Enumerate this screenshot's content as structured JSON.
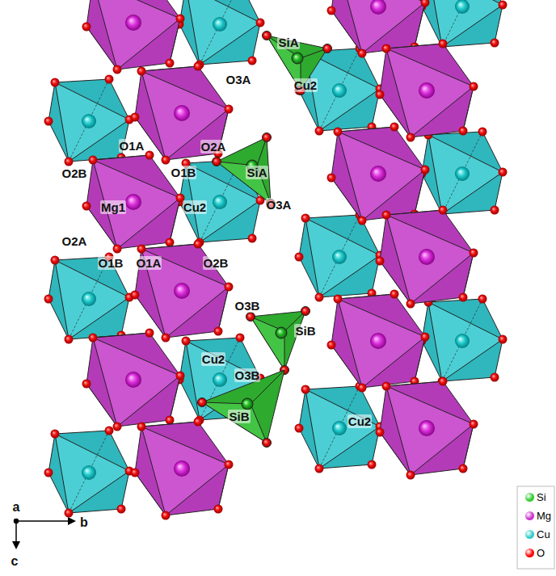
{
  "diagram": {
    "labels": [
      "SiA",
      "O3A",
      "Cu2",
      "O1A",
      "O2A",
      "O2B",
      "O1B",
      "SiA",
      "O3A",
      "Mg1",
      "Cu2",
      "O2A",
      "O1B",
      "O1A",
      "O2B",
      "O3B",
      "SiB",
      "Cu2",
      "O3B",
      "SiB",
      "Cu2",
      "a",
      "b",
      "c"
    ],
    "legend": [
      {
        "text": "Si",
        "color": "#33cc33"
      },
      {
        "text": "Mg",
        "color": "#cc33cc"
      },
      {
        "text": "Cu",
        "color": "#33cccc"
      },
      {
        "text": "O",
        "color": "#ff0000"
      }
    ]
  }
}
